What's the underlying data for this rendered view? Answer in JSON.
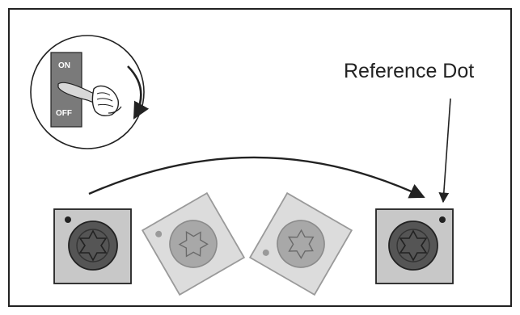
{
  "labels": {
    "reference": "Reference Dot",
    "switch_on": "ON",
    "switch_off": "OFF"
  },
  "icons": {
    "switch": "toggle-switch-off-icon",
    "rotation_arrow": "curved-arrow-right-icon",
    "star_knob": "star-knob-icon"
  },
  "colors": {
    "outline": "#222222",
    "plate_dark": "#c8c8c8",
    "plate_light": "#dcdcdc",
    "knob_dark": "#555555",
    "knob_light": "#a8a8a8",
    "switch_plate": "#7a7a7a"
  }
}
